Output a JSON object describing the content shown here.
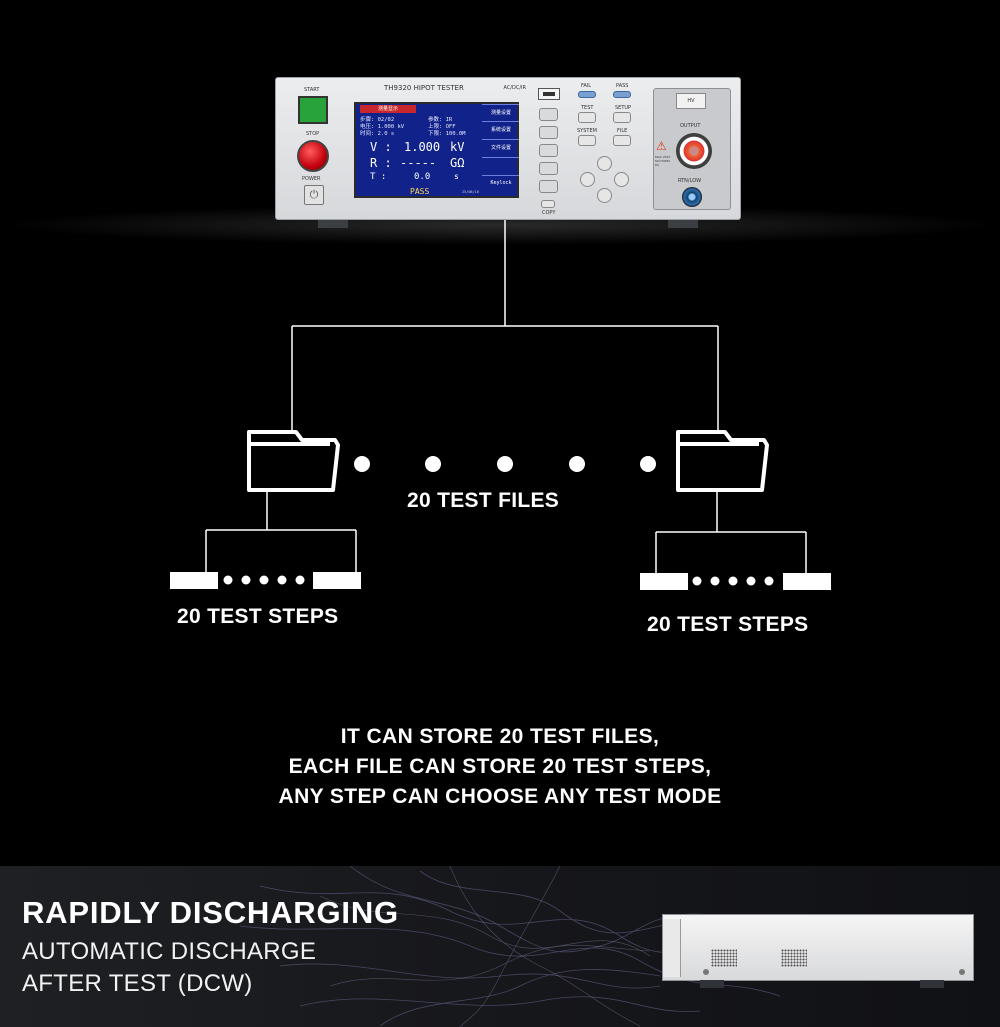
{
  "device": {
    "start_label": "START",
    "stop_label": "STOP",
    "power_label": "POWER",
    "model": "TH9320 HIPOT TESTER",
    "modes": "AC/DC/IR",
    "screen": {
      "tab": "测量显示",
      "step": "步骤: 02/02",
      "param": "参数: IR",
      "voltage_setting": "电压: 1.000 kV",
      "upper": "上限: OFF",
      "time_setting": "时间:  2.0 s",
      "lower": "下限: 100.0M",
      "v_label": "V  :",
      "v_value": "1.000",
      "v_unit": "kV",
      "r_label": "R  :",
      "r_value": "-----",
      "r_unit": "GΩ",
      "t_label": "T  :",
      "t_value": "0.0",
      "t_unit": "s",
      "status": "PASS",
      "date": "25/08/10",
      "softkeys": [
        "测量设置",
        "系统设置",
        "文件设置",
        "",
        "Keylock"
      ]
    },
    "copy_label": "COPY",
    "fail_label": "FAIL",
    "pass_label": "PASS",
    "test_label": "TEST",
    "setup_label": "SETUP",
    "system_label": "SYSTEM",
    "file_label": "FILE",
    "hv_label": "HV",
    "output_label": "OUTPUT",
    "rtn_label": "RTN/LOW",
    "warn_text": "MAX VOLT 5kV/30MA DC"
  },
  "diagram": {
    "files_label": "20 TEST FILES",
    "steps_left_label": "20 TEST STEPS",
    "steps_right_label": "20 TEST STEPS"
  },
  "caption": {
    "line1": "IT CAN STORE 20 TEST FILES,",
    "line2": "EACH FILE CAN STORE 20 TEST STEPS,",
    "line3": "ANY STEP CAN CHOOSE ANY TEST MODE"
  },
  "banner": {
    "title": "RAPIDLY DISCHARGING",
    "sub1": "AUTOMATIC DISCHARGE",
    "sub2": "AFTER TEST (DCW)"
  }
}
